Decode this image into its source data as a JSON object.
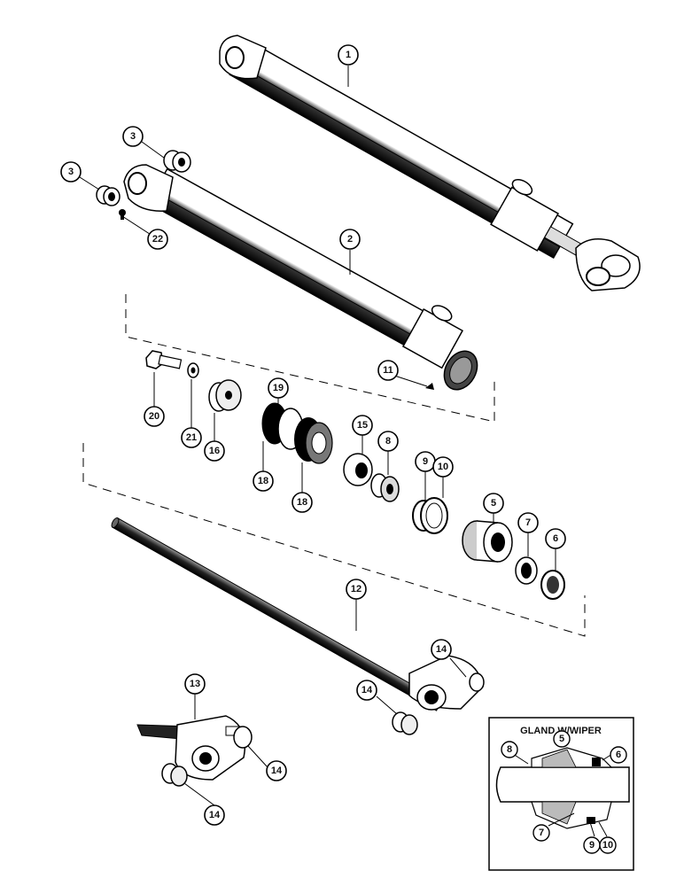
{
  "inset": {
    "title": "GLAND W/WIPER"
  },
  "callouts": [
    {
      "id": "c1",
      "label": "1"
    },
    {
      "id": "c2",
      "label": "2"
    },
    {
      "id": "c3a",
      "label": "3"
    },
    {
      "id": "c3b",
      "label": "3"
    },
    {
      "id": "c22",
      "label": "22"
    },
    {
      "id": "c11",
      "label": "11"
    },
    {
      "id": "c20",
      "label": "20"
    },
    {
      "id": "c21",
      "label": "21"
    },
    {
      "id": "c16",
      "label": "16"
    },
    {
      "id": "c19",
      "label": "19"
    },
    {
      "id": "c18a",
      "label": "18"
    },
    {
      "id": "c18b",
      "label": "18"
    },
    {
      "id": "c15",
      "label": "15"
    },
    {
      "id": "c8",
      "label": "8"
    },
    {
      "id": "c9",
      "label": "9"
    },
    {
      "id": "c10",
      "label": "10"
    },
    {
      "id": "c5",
      "label": "5"
    },
    {
      "id": "c7",
      "label": "7"
    },
    {
      "id": "c6",
      "label": "6"
    },
    {
      "id": "c12",
      "label": "12"
    },
    {
      "id": "c14a",
      "label": "14"
    },
    {
      "id": "c14b",
      "label": "14"
    },
    {
      "id": "c13",
      "label": "13"
    },
    {
      "id": "c14c",
      "label": "14"
    },
    {
      "id": "c14d",
      "label": "14"
    },
    {
      "id": "i5",
      "label": "5"
    },
    {
      "id": "i8",
      "label": "8"
    },
    {
      "id": "i6",
      "label": "6"
    },
    {
      "id": "i7",
      "label": "7"
    },
    {
      "id": "i9",
      "label": "9"
    },
    {
      "id": "i10",
      "label": "10"
    }
  ]
}
